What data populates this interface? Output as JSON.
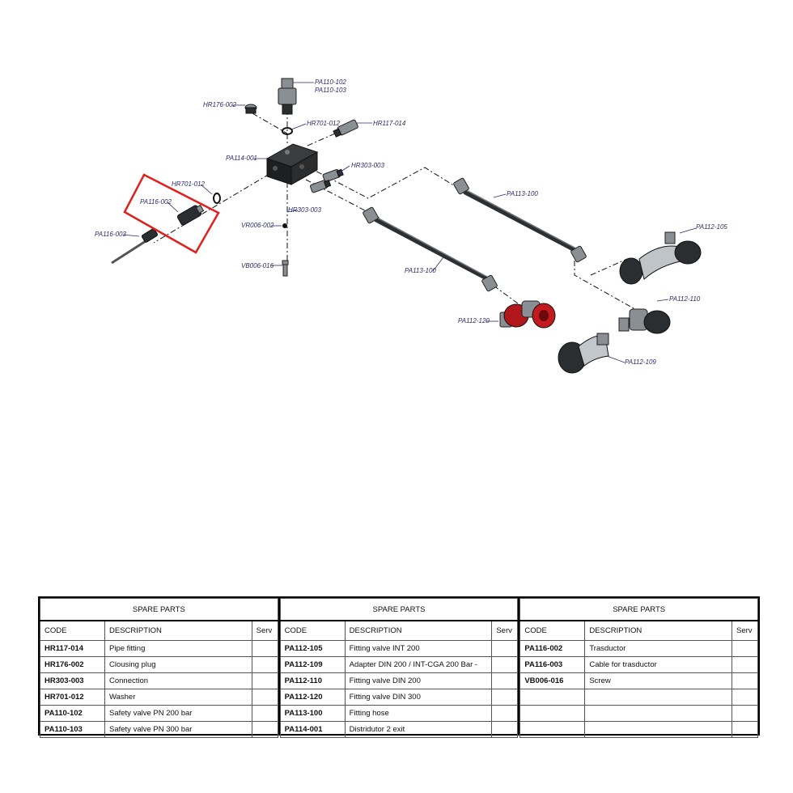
{
  "diagram": {
    "labels": {
      "pa110_102": "PA110-102",
      "pa110_103": "PA110-103",
      "hr176_002": "HR176-002",
      "hr701_012_top": "HR701-012",
      "hr117_014": "HR117-014",
      "pa114_001": "PA114-001",
      "hr303_003_right": "HR303-003",
      "hr701_012_left": "HR701-012",
      "pa116_002": "PA116-002",
      "pa116_003": "PA116-003",
      "vr006_002": "VR006-002",
      "hr303_003_low": "HR303-003",
      "vb006_016": "VB006-016",
      "pa113_100_a": "PA113-100",
      "pa113_100_b": "PA113-100",
      "pa112_105": "PA112-105",
      "pa112_110": "PA112-110",
      "pa112_109": "PA112-109",
      "pa112_120": "PA112-120"
    },
    "highlight_color": "#e0201c"
  },
  "spare_parts": {
    "columns": [
      {
        "title": "SPARE PARTS",
        "headers": [
          "CODE",
          "DESCRIPTION",
          "Serv"
        ],
        "rows": [
          {
            "code": "HR117-014",
            "description": "Pipe fitting",
            "serv": ""
          },
          {
            "code": "HR176-002",
            "description": "Clousing plug",
            "serv": ""
          },
          {
            "code": "HR303-003",
            "description": "Connection",
            "serv": ""
          },
          {
            "code": "HR701-012",
            "description": "Washer",
            "serv": ""
          },
          {
            "code": "PA110-102",
            "description": "Safety valve PN 200 bar",
            "serv": ""
          },
          {
            "code": "PA110-103",
            "description": "Safety valve PN 300 bar",
            "serv": ""
          }
        ]
      },
      {
        "title": "SPARE PARTS",
        "headers": [
          "CODE",
          "DESCRIPTION",
          "Serv"
        ],
        "rows": [
          {
            "code": "PA112-105",
            "description": "Fitting valve INT 200",
            "serv": ""
          },
          {
            "code": "PA112-109",
            "description": "Adapter DIN 200 / INT-CGA 200 Bar -",
            "serv": ""
          },
          {
            "code": "PA112-110",
            "description": "Fitting valve DIN 200",
            "serv": ""
          },
          {
            "code": "PA112-120",
            "description": "Fitting valve DIN 300",
            "serv": ""
          },
          {
            "code": "PA113-100",
            "description": "Fitting hose",
            "serv": ""
          },
          {
            "code": "PA114-001",
            "description": "Distridutor 2 exit",
            "serv": ""
          }
        ]
      },
      {
        "title": "SPARE PARTS",
        "headers": [
          "CODE",
          "DESCRIPTION",
          "Serv"
        ],
        "rows": [
          {
            "code": "PA116-002",
            "description": "Trasductor",
            "serv": ""
          },
          {
            "code": "PA116-003",
            "description": "Cable for trasductor",
            "serv": ""
          },
          {
            "code": "VB006-016",
            "description": "Screw",
            "serv": ""
          },
          {
            "code": "",
            "description": "",
            "serv": ""
          },
          {
            "code": "",
            "description": "",
            "serv": ""
          },
          {
            "code": "",
            "description": "",
            "serv": ""
          }
        ]
      }
    ]
  }
}
